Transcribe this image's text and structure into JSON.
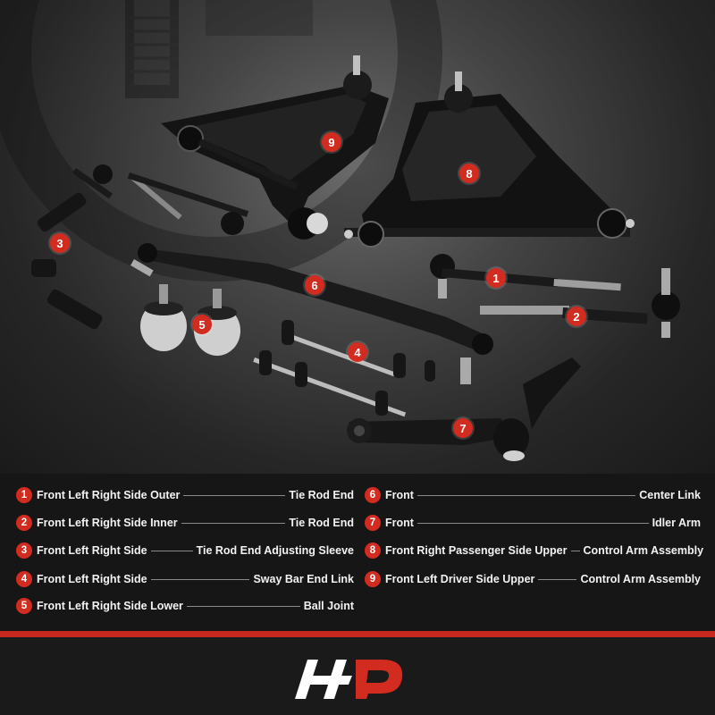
{
  "badges": [
    "1",
    "2",
    "3",
    "4",
    "5",
    "6",
    "7",
    "8",
    "9"
  ],
  "legend": [
    {
      "num": "1",
      "left": "Front Left Right Side Outer",
      "right": "Tie Rod End"
    },
    {
      "num": "2",
      "left": "Front Left Right Side Inner",
      "right": "Tie Rod End"
    },
    {
      "num": "3",
      "left": "Front Left Right Side",
      "right": "Tie Rod End Adjusting Sleeve"
    },
    {
      "num": "4",
      "left": "Front Left Right Side",
      "right": "Sway Bar End Link"
    },
    {
      "num": "5",
      "left": "Front Left Right Side Lower",
      "right": "Ball Joint"
    },
    {
      "num": "6",
      "left": "Front",
      "right": "Center Link"
    },
    {
      "num": "7",
      "left": "Front",
      "right": "Idler Arm"
    },
    {
      "num": "8",
      "left": "Front Right Passenger Side Upper",
      "right": "Control Arm Assembly"
    },
    {
      "num": "9",
      "left": "Front Left Driver Side Upper",
      "right": "Control Arm Assembly"
    }
  ],
  "colors": {
    "accent": "#d22b20",
    "background": "#161616",
    "bar": "#c8281d"
  },
  "logo": {
    "name": "brand-logo-icon"
  }
}
